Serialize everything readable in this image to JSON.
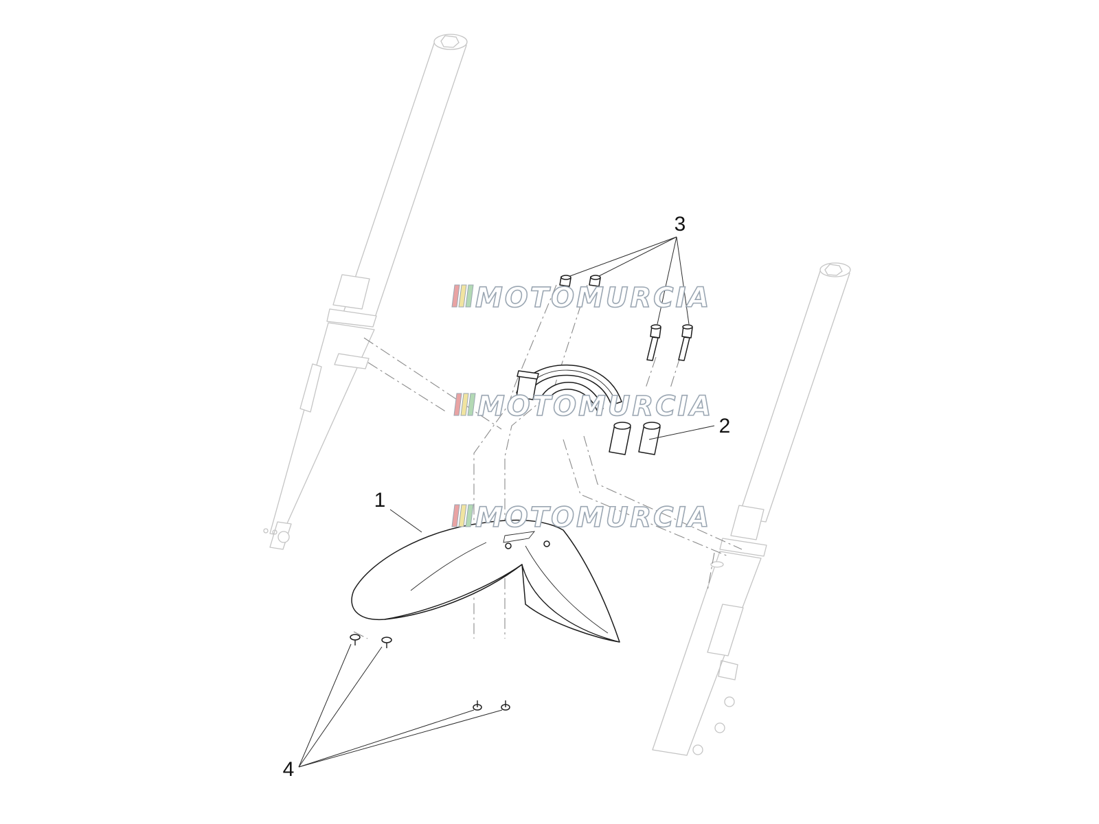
{
  "callouts": [
    {
      "id": "1",
      "label": "1"
    },
    {
      "id": "2",
      "label": "2"
    },
    {
      "id": "3",
      "label": "3"
    },
    {
      "id": "4",
      "label": "4"
    }
  ],
  "watermark": {
    "text": "MOTOMURCIA",
    "outline_color": "#9aa6b2",
    "stripe_colors": [
      "#e9a3a3",
      "#f1e4a0",
      "#b3d9b4"
    ]
  },
  "colors": {
    "part_outline": "#1c1c1c",
    "ghost_outline": "#c4c4c4",
    "dash_line": "#8a8a8a"
  }
}
